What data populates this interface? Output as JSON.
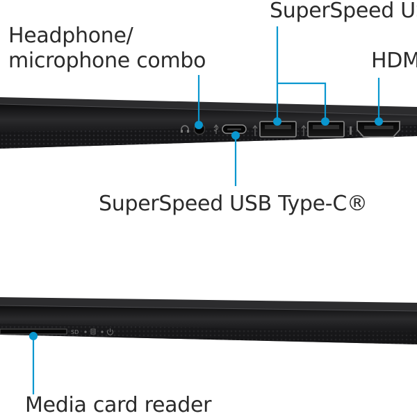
{
  "callouts": {
    "usb_a": "SuperSpeed US",
    "headphone_line1": "Headphone/",
    "headphone_line2": "microphone combo",
    "hdmi": "HDM",
    "usb_c": "SuperSpeed USB Type-C®",
    "media_card": "Media card reader"
  },
  "port_markings": {
    "sd": "SD"
  },
  "colors": {
    "accent": "#0a97cf",
    "chassis": "#1b1b1d",
    "chassis_edge": "#3a3a3d",
    "text": "#2b2b2b"
  },
  "icons": [
    "headphone-icon",
    "usb-icon",
    "usb-ss-icon",
    "hdmi-icon",
    "drive-activity-icon",
    "battery-icon",
    "power-icon"
  ]
}
